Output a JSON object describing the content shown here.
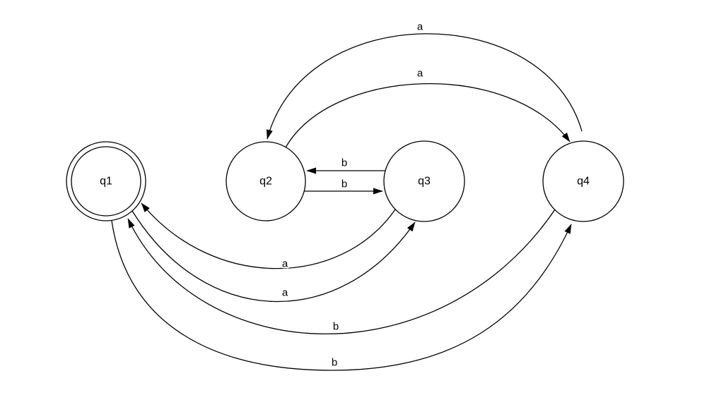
{
  "diagram": {
    "type": "finite-state-automaton",
    "background_color": "#ffffff",
    "stroke_color": "#000000",
    "states": [
      {
        "id": "q1",
        "label": "q1",
        "accepting": true
      },
      {
        "id": "q2",
        "label": "q2",
        "accepting": false
      },
      {
        "id": "q3",
        "label": "q3",
        "accepting": false
      },
      {
        "id": "q4",
        "label": "q4",
        "accepting": false
      }
    ],
    "transitions": [
      {
        "from": "q4",
        "to": "q2",
        "symbol": "a"
      },
      {
        "from": "q2",
        "to": "q4",
        "symbol": "a"
      },
      {
        "from": "q3",
        "to": "q2",
        "symbol": "b"
      },
      {
        "from": "q2",
        "to": "q3",
        "symbol": "b"
      },
      {
        "from": "q3",
        "to": "q1",
        "symbol": "a"
      },
      {
        "from": "q1",
        "to": "q3",
        "symbol": "a"
      },
      {
        "from": "q4",
        "to": "q1",
        "symbol": "b"
      },
      {
        "from": "q1",
        "to": "q4",
        "symbol": "b"
      }
    ]
  }
}
